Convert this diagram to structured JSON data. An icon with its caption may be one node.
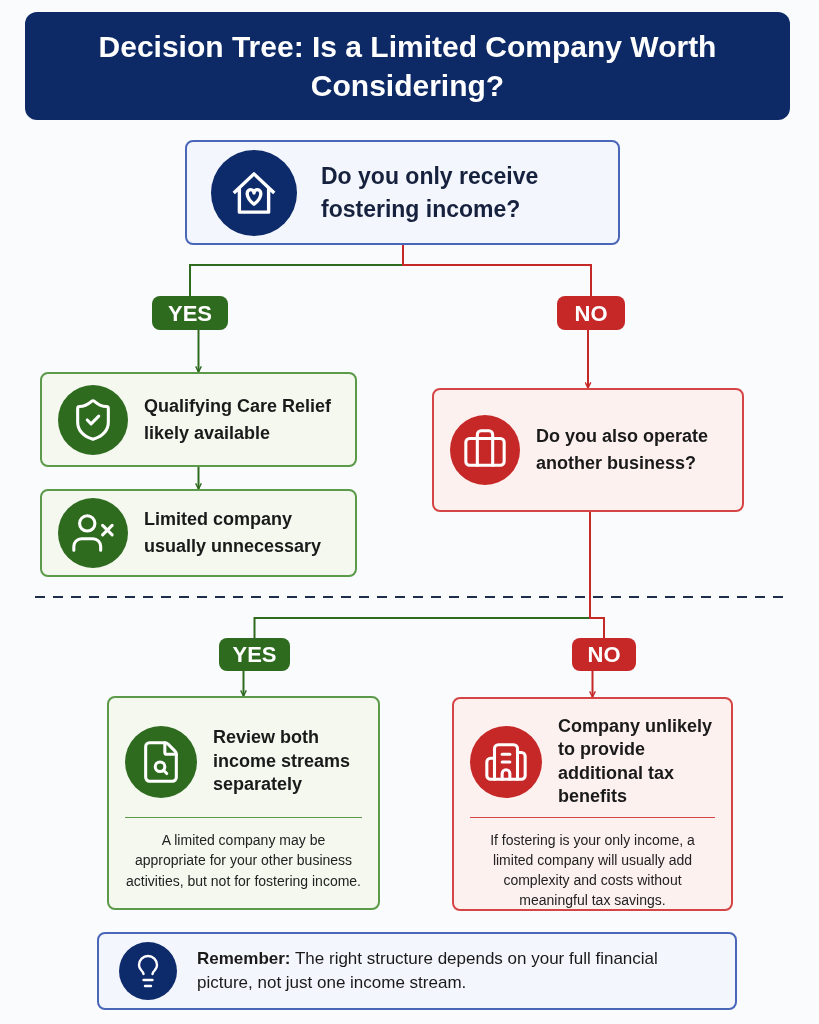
{
  "diagram": {
    "title": "Decision Tree: Is a Limited Company Worth Considering?",
    "nodes": [
      {
        "text": [
          "Do you only receive fostering income?"
        ]
      },
      {
        "text": [
          "YES"
        ]
      },
      {
        "text": [
          "NO"
        ]
      },
      {
        "text": [
          "Qualifying Care Relief likely available"
        ]
      },
      {
        "text": [
          "Limited company usually unnecessary"
        ]
      },
      {
        "text": [
          "Do you also operate another business?"
        ]
      },
      {
        "text": [
          "YES"
        ]
      },
      {
        "text": [
          "NO"
        ]
      },
      {
        "text": [
          "Review both income streams separately",
          "A limited company may be appropriate for your other business activities, but not for fostering income."
        ]
      },
      {
        "text": [
          "Company unlikely to provide additional tax benefits",
          "If fostering is your only income, a limited company will usually add complexity and costs without meaningful tax savings."
        ]
      },
      {
        "text": [
          "**Remember:** The right structure depends on your full financial picture, not just one income stream."
        ]
      }
    ],
    "edges": [
      {
        "from": 0,
        "to": 1,
        "arrow": "none",
        "color": "#2e6b1f"
      },
      {
        "from": 0,
        "to": 2,
        "arrow": "none",
        "color": "#c62828"
      },
      {
        "from": 1,
        "to": 3,
        "arrow": "to",
        "color": "#2e6b1f"
      },
      {
        "from": 3,
        "to": 4,
        "arrow": "to",
        "color": "#2e6b1f"
      },
      {
        "from": 2,
        "to": 5,
        "arrow": "to",
        "color": "#c62828"
      },
      {
        "from": 5,
        "to": 6,
        "arrow": "none",
        "color": "#2e6b1f"
      },
      {
        "from": 5,
        "to": 7,
        "arrow": "none",
        "color": "#c62828"
      },
      {
        "from": 6,
        "to": 8,
        "arrow": "to",
        "color": "#2e6b1f"
      },
      {
        "from": 7,
        "to": 9,
        "arrow": "to",
        "color": "#c62828"
      }
    ]
  }
}
